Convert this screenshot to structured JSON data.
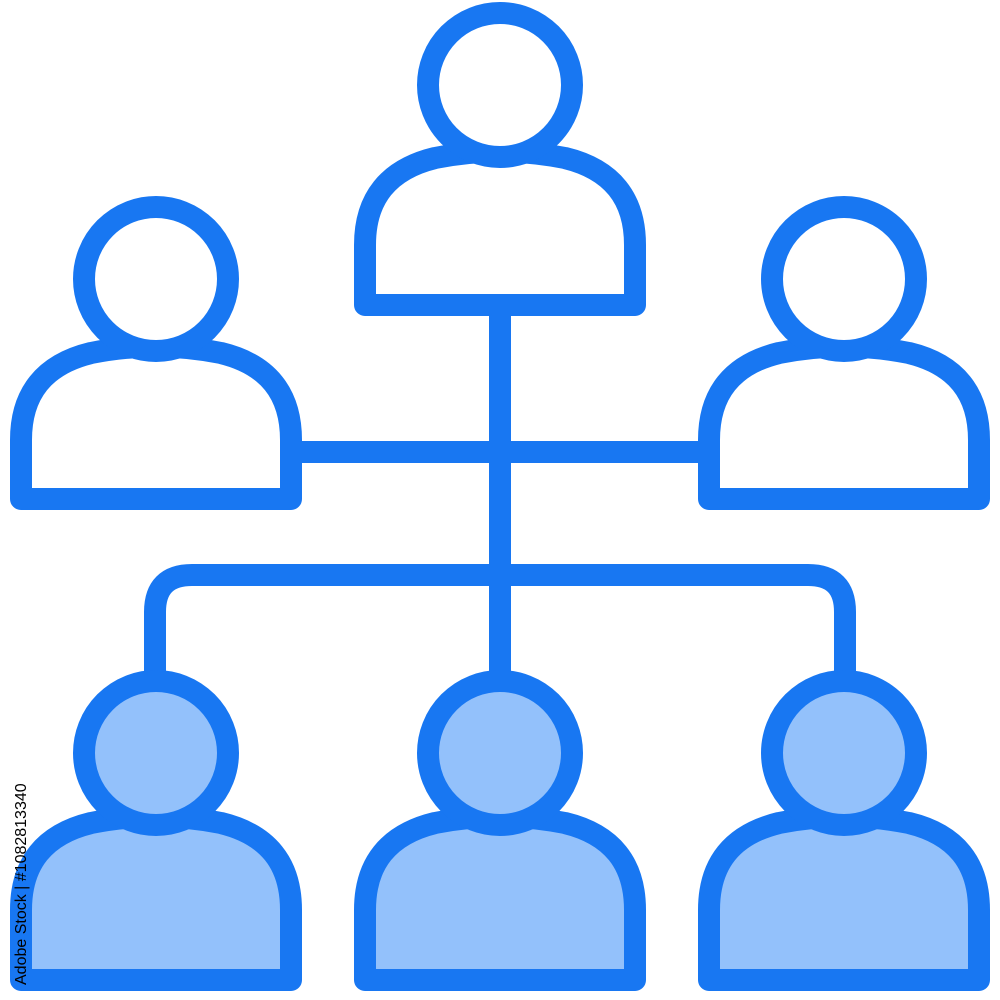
{
  "watermark": {
    "side_text": "Adobe Stock | #1082813340"
  },
  "colors": {
    "stroke": "#1877F2",
    "filled_person": "#93C1FB",
    "hollow_person": "#FFFFFF",
    "background": "#FFFFFF"
  },
  "icon": {
    "name": "organization-hierarchy-icon",
    "levels": [
      {
        "role": "top",
        "count": 1,
        "style": "outline"
      },
      {
        "role": "middle",
        "count": 2,
        "style": "outline"
      },
      {
        "role": "bottom",
        "count": 3,
        "style": "filled"
      }
    ]
  }
}
